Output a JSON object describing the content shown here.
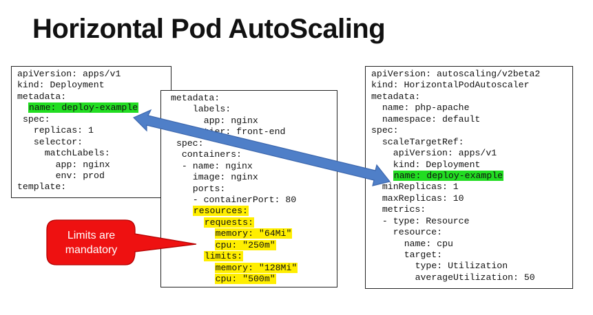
{
  "title": "Horizontal Pod AutoScaling",
  "callout": {
    "line1": "Limits are",
    "line2": "mandatory"
  },
  "colors": {
    "green_highlight": "#22dd22",
    "yellow_highlight": "#ffee00",
    "arrow_blue": "#4f7fc8",
    "callout_red": "#ee1111"
  },
  "deployment_yaml": [
    {
      "indent": 0,
      "text": "apiVersion: apps/v1"
    },
    {
      "indent": 0,
      "text": "kind: Deployment"
    },
    {
      "indent": 0,
      "text": "metadata:"
    },
    {
      "indent": 2,
      "text": "name: deploy-example",
      "highlight": "green"
    },
    {
      "indent": 1,
      "text": "spec:"
    },
    {
      "indent": 3,
      "text": "replicas: 1"
    },
    {
      "indent": 3,
      "text": "selector:"
    },
    {
      "indent": 5,
      "text": "matchLabels:"
    },
    {
      "indent": 7,
      "text": "app: nginx"
    },
    {
      "indent": 7,
      "text": "env: prod"
    },
    {
      "indent": 0,
      "text": "template:"
    }
  ],
  "pod_yaml": [
    {
      "indent": 0,
      "text": "metadata:"
    },
    {
      "indent": 4,
      "text": "labels:"
    },
    {
      "indent": 6,
      "text": "app: nginx"
    },
    {
      "indent": 6,
      "text": "tier: front-end"
    },
    {
      "indent": 1,
      "text": "spec:"
    },
    {
      "indent": 2,
      "text": "containers:"
    },
    {
      "indent": 2,
      "text": "- name: nginx"
    },
    {
      "indent": 4,
      "text": "image: nginx"
    },
    {
      "indent": 4,
      "text": "ports:"
    },
    {
      "indent": 4,
      "text": "- containerPort: 80"
    },
    {
      "indent": 4,
      "text": "resources:",
      "highlight": "yellow"
    },
    {
      "indent": 6,
      "text": "requests:",
      "highlight": "yellow"
    },
    {
      "indent": 8,
      "text": "memory: \"64Mi\"",
      "highlight": "yellow"
    },
    {
      "indent": 8,
      "text": "cpu: \"250m\"",
      "highlight": "yellow"
    },
    {
      "indent": 6,
      "text": "limits:",
      "highlight": "yellow"
    },
    {
      "indent": 8,
      "text": "memory: \"128Mi\"",
      "highlight": "yellow"
    },
    {
      "indent": 8,
      "text": "cpu: \"500m\"",
      "highlight": "yellow"
    }
  ],
  "hpa_yaml": [
    {
      "indent": 0,
      "text": "apiVersion: autoscaling/v2beta2"
    },
    {
      "indent": 0,
      "text": "kind: HorizontalPodAutoscaler"
    },
    {
      "indent": 0,
      "text": "metadata:"
    },
    {
      "indent": 2,
      "text": "name: php-apache"
    },
    {
      "indent": 2,
      "text": "namespace: default"
    },
    {
      "indent": 0,
      "text": "spec:"
    },
    {
      "indent": 2,
      "text": "scaleTargetRef:"
    },
    {
      "indent": 4,
      "text": "apiVersion: apps/v1"
    },
    {
      "indent": 4,
      "text": "kind: Deployment"
    },
    {
      "indent": 4,
      "text": "name: deploy-example",
      "highlight": "green"
    },
    {
      "indent": 2,
      "text": "minReplicas: 1"
    },
    {
      "indent": 2,
      "text": "maxReplicas: 10"
    },
    {
      "indent": 2,
      "text": "metrics:"
    },
    {
      "indent": 2,
      "text": "- type: Resource"
    },
    {
      "indent": 4,
      "text": "resource:"
    },
    {
      "indent": 6,
      "text": "name: cpu"
    },
    {
      "indent": 6,
      "text": "target:"
    },
    {
      "indent": 8,
      "text": "type: Utilization"
    },
    {
      "indent": 8,
      "text": "averageUtilization: 50"
    }
  ]
}
